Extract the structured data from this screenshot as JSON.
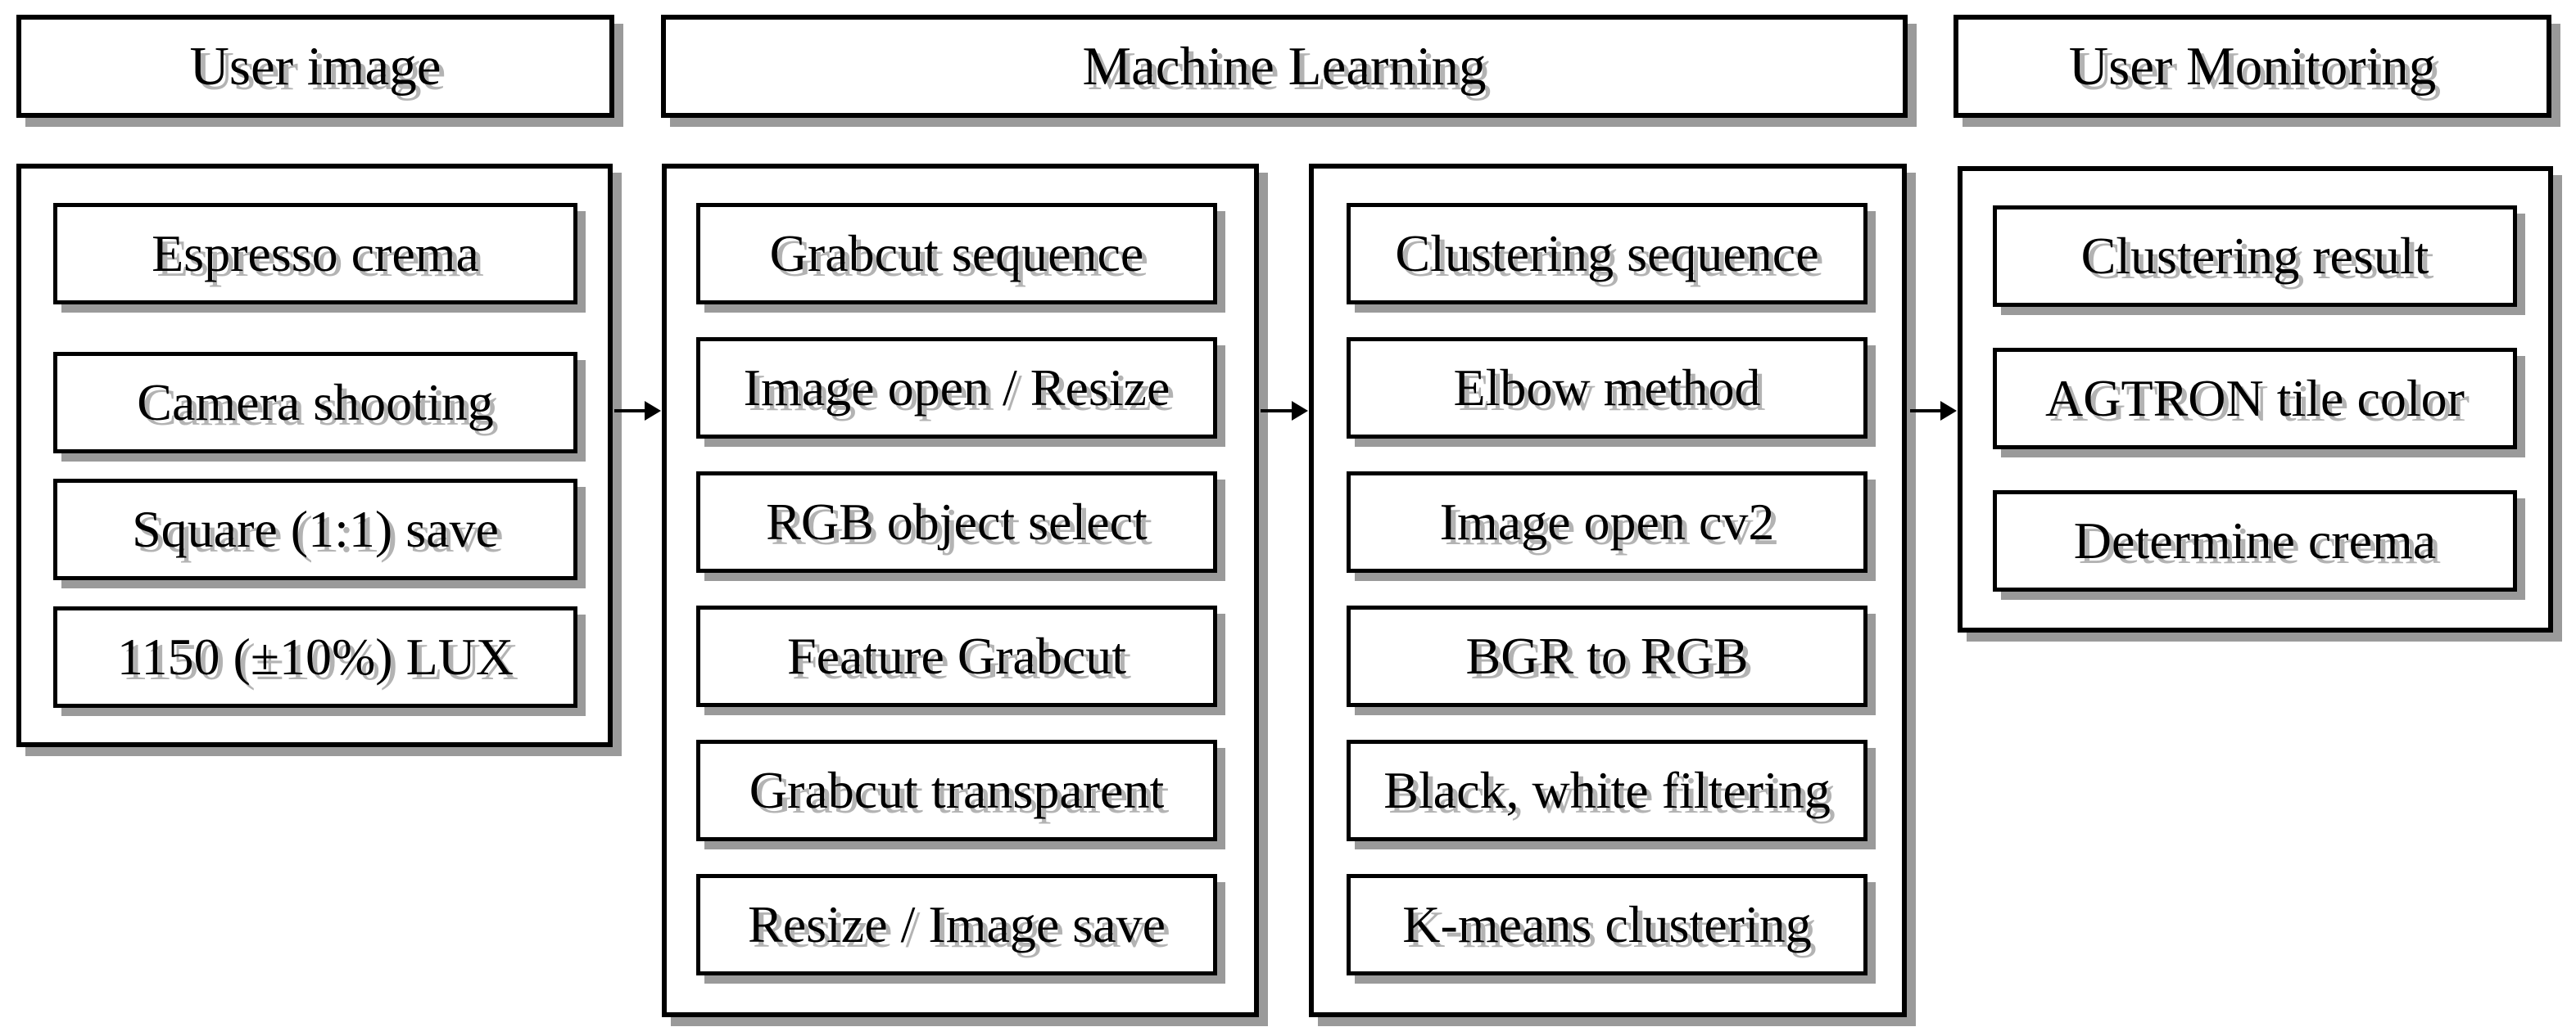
{
  "headers": {
    "user_image": "User image",
    "machine_learning": "Machine Learning",
    "user_monitoring": "User Monitoring"
  },
  "columns": {
    "user_image": {
      "items": [
        "Espresso crema",
        "Camera shooting",
        "Square (1:1) save",
        "1150 (±10%) LUX"
      ]
    },
    "grabcut": {
      "items": [
        "Grabcut sequence",
        "Image open / Resize",
        "RGB object select",
        "Feature Grabcut",
        "Grabcut transparent",
        "Resize / Image save"
      ]
    },
    "clustering": {
      "items": [
        "Clustering sequence",
        "Elbow method",
        "Image open cv2",
        "BGR to RGB",
        "Black, white filtering",
        "K-means clustering"
      ]
    },
    "monitoring": {
      "items": [
        "Clustering result",
        "AGTRON tile color",
        "Determine crema"
      ]
    }
  },
  "colors": {
    "border": "#000000",
    "background": "#ffffff",
    "box_shadow": "#9a9a9a",
    "text": "#000000"
  }
}
